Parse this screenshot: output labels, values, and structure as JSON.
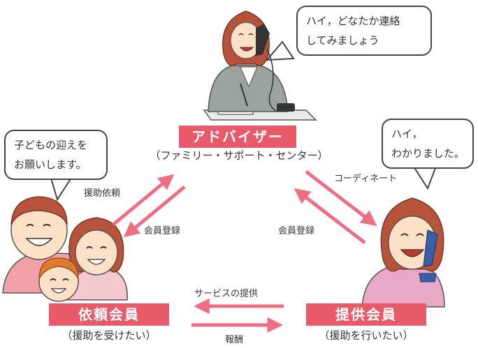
{
  "colors": {
    "accent": "#e85a6a",
    "arrow": "#ec6f82",
    "skin": "#fde0c6",
    "hair": "#b7533a",
    "outline": "#444444"
  },
  "bubbles": {
    "advisor": [
      "ハイ，どなたか連絡",
      "してみましょう"
    ],
    "requester": [
      "子どもの迎えを",
      "お願いします。"
    ],
    "provider": [
      "ハイ，",
      "わかりました。"
    ]
  },
  "nodes": {
    "advisor": {
      "title": "アドバイザー",
      "subtitle": "（ファミリー・サポート・センター）"
    },
    "requester": {
      "title": "依頼会員",
      "subtitle": "（援助を受けたい）"
    },
    "provider": {
      "title": "提供会員",
      "subtitle": "（援助を行いたい）"
    }
  },
  "flows": {
    "request_support": "援助依頼",
    "member_registration_left": "会員登録",
    "coordinate": "コーディネート",
    "member_registration_right": "会員登録",
    "service_provision": "サービスの提供",
    "payment": "報酬"
  }
}
